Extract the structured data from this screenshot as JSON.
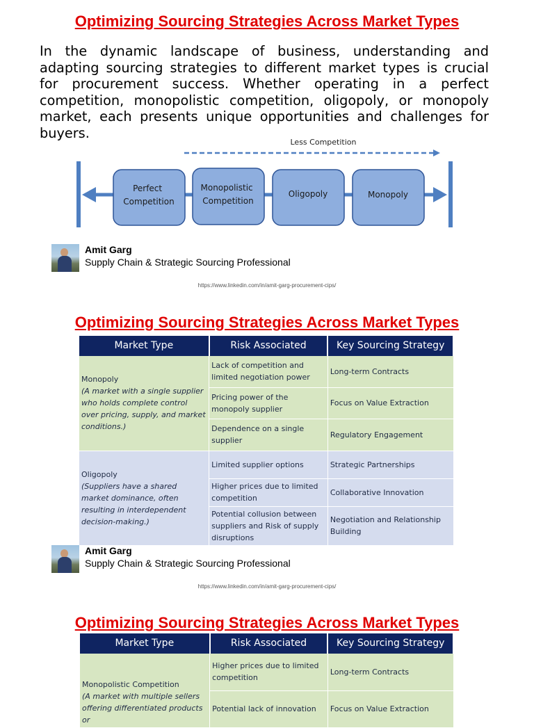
{
  "section1": {
    "title": "Optimizing Sourcing Strategies Across Market Types",
    "intro": "In the dynamic landscape of business, understanding and adapting sourcing strategies to different market types is crucial for procurement success. Whether operating in a perfect competition, monopolistic competition, oligopoly, or monopoly market, each presents unique opportunities and challenges for buyers.",
    "diagram": {
      "arrow_label": "Less Competition",
      "boxes": [
        [
          "Perfect",
          "Competition"
        ],
        [
          "Monopolistic",
          "Competition"
        ],
        [
          "Oligopoly"
        ],
        [
          "Monopoly"
        ]
      ]
    }
  },
  "author": {
    "name": "Amit Garg",
    "role": "Supply Chain & Strategic Sourcing Professional",
    "url": "https://www.linkedin.com/in/amit-garg-procurement-cips/"
  },
  "section2": {
    "title": "Optimizing Sourcing Strategies Across Market Types",
    "headers": [
      "Market Type",
      "Risk Associated",
      "Key Sourcing Strategy"
    ],
    "monopoly": {
      "name": "Monopoly",
      "desc": "(A market with a single supplier who holds complete control over pricing, supply, and market conditions.)",
      "rows": [
        [
          "Lack of competition and limited negotiation power",
          "Long-term Contracts"
        ],
        [
          "Pricing power of the monopoly supplier",
          "Focus on Value Extraction"
        ],
        [
          "Dependence on a single supplier",
          "Regulatory Engagement"
        ]
      ]
    },
    "oligopoly": {
      "name": "Oligopoly",
      "desc": "(Suppliers have a shared market dominance, often resulting in interdependent decision-making.)",
      "rows": [
        [
          "Limited supplier options",
          "Strategic Partnerships"
        ],
        [
          "Higher prices due to limited competition",
          "Collaborative Innovation"
        ],
        [
          "Potential collusion between suppliers and Risk of supply disruptions",
          "Negotiation and Relationship Building"
        ]
      ]
    }
  },
  "section3": {
    "title": "Optimizing Sourcing Strategies Across Market Types",
    "headers": [
      "Market Type",
      "Risk Associated",
      "Key Sourcing Strategy"
    ],
    "monopolistic": {
      "name": "Monopolistic Competition",
      "desc": "(A market with multiple sellers offering differentiated products or",
      "rows": [
        [
          "Higher prices due to limited competition",
          "Long-term Contracts"
        ],
        [
          "Potential lack of innovation",
          "Focus on Value Extraction"
        ]
      ]
    }
  }
}
